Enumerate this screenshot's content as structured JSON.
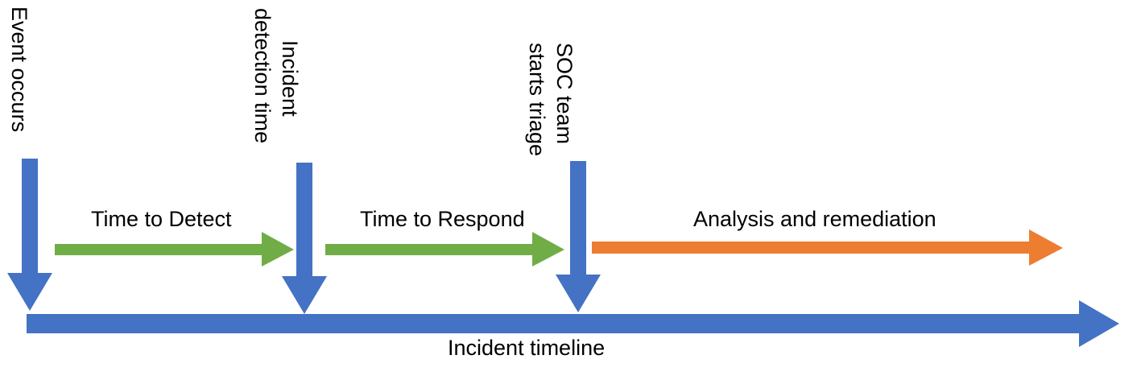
{
  "diagram": {
    "title_text": "Incident timeline",
    "colors": {
      "blue": "#4472C4",
      "green": "#70AD47",
      "orange": "#ED7D31",
      "text": "#000000",
      "background": "#FFFFFF"
    },
    "milestones": [
      {
        "id": "event-occurs",
        "label_line1": "Event occurs",
        "label_line2": ""
      },
      {
        "id": "incident-detection-time",
        "label_line1": "Incident",
        "label_line2": "detection time"
      },
      {
        "id": "soc-team-starts-triage",
        "label_line1": "SOC team",
        "label_line2": "starts triage"
      }
    ],
    "phases": [
      {
        "id": "time-to-detect",
        "label": "Time to Detect",
        "color": "#70AD47"
      },
      {
        "id": "time-to-respond",
        "label": "Time to Respond",
        "color": "#70AD47"
      },
      {
        "id": "analysis-and-remediation",
        "label": "Analysis and remediation",
        "color": "#ED7D31"
      }
    ],
    "timeline": {
      "label": "Incident timeline",
      "color": "#4472C4"
    }
  }
}
